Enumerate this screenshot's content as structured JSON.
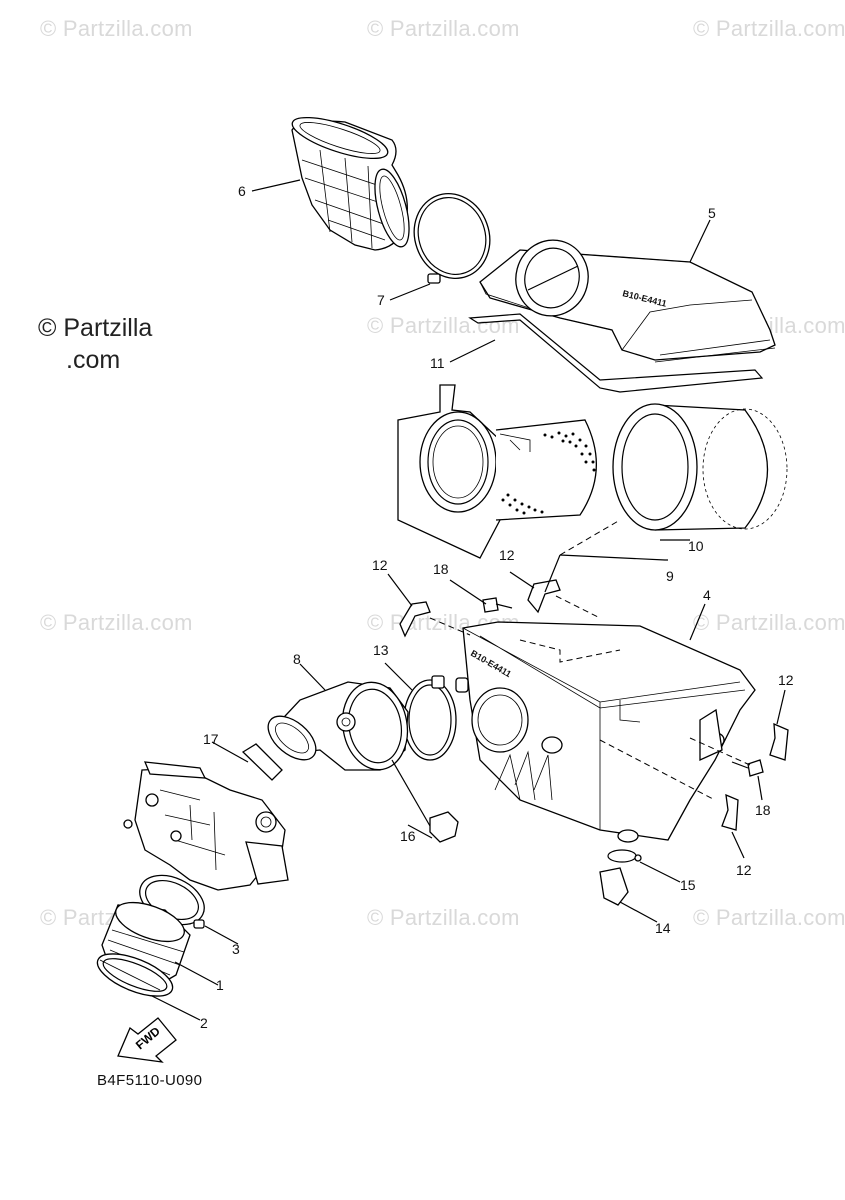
{
  "watermarks": {
    "text": "© Partzilla.com",
    "main_line1": "© Partzilla",
    "main_line2": ".com"
  },
  "diagram_code": "B4F5110-U090",
  "fwd_label": "FWD",
  "box_stamps": {
    "lid": "B10-E4411",
    "box": "B10-E4411"
  },
  "callouts": {
    "c1": "1",
    "c2": "2",
    "c3": "3",
    "c4": "4",
    "c5": "5",
    "c6": "6",
    "c7": "7",
    "c8": "8",
    "c9": "9",
    "c10": "10",
    "c11": "11",
    "c12a": "12",
    "c12b": "12",
    "c12c": "12",
    "c12d": "12",
    "c13": "13",
    "c14": "14",
    "c15": "15",
    "c16": "16",
    "c17": "17",
    "c18a": "18",
    "c18b": "18"
  }
}
